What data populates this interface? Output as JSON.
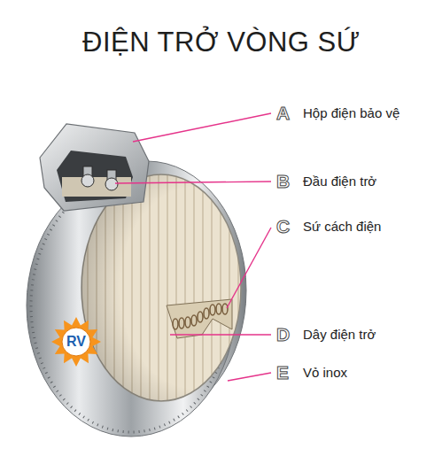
{
  "diagram": {
    "title": "ĐIỆN TRỞ VÒNG SỨ",
    "nodes": [
      {
        "text": [
          "RV"
        ]
      }
    ],
    "labels": [
      "A",
      "Hộp điện bảo vệ",
      "B",
      "Đầu điện trở",
      "C",
      "Sứ cách điện",
      "D",
      "Dây điện trở",
      "E",
      "Vỏ inox"
    ]
  }
}
